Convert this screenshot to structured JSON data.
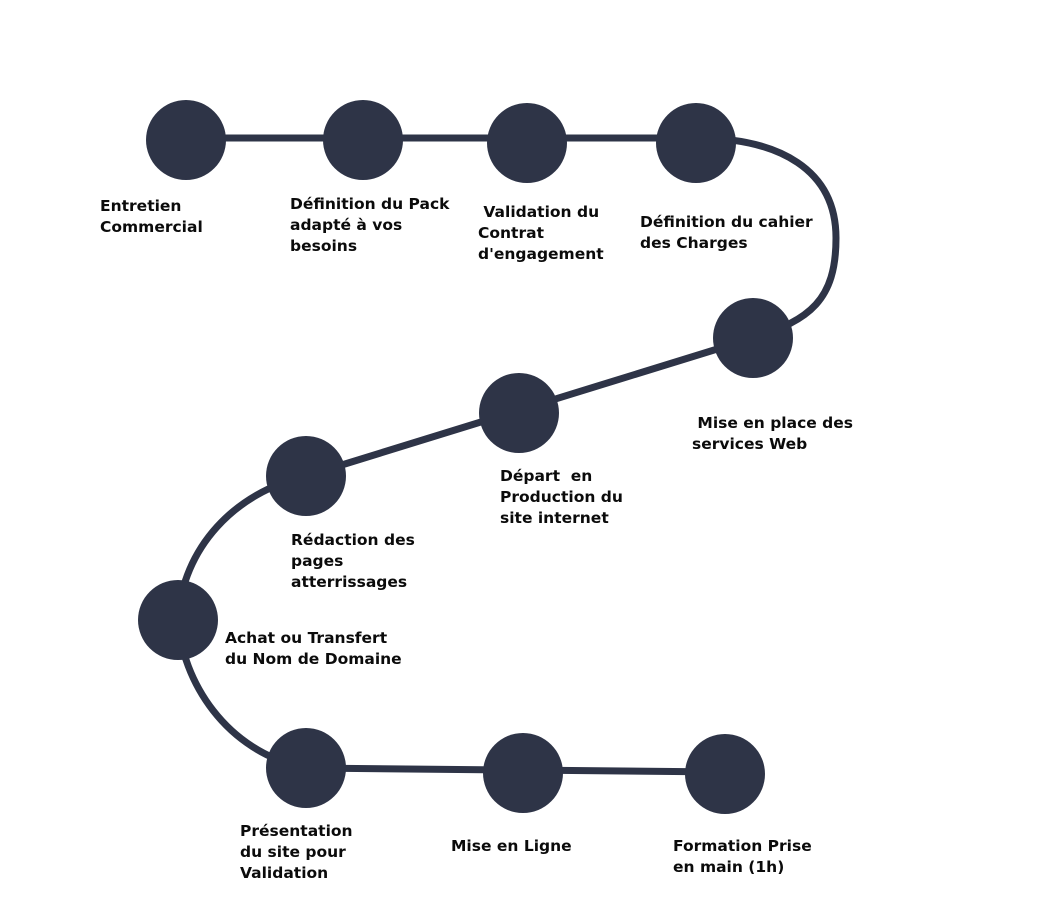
{
  "diagram": {
    "node_color": "#2e3447",
    "path_color": "#2e3447",
    "text_color": "#0b0b0b",
    "steps": [
      {
        "label": "Entretien\nCommercial"
      },
      {
        "label": "Définition du Pack\nadapté à vos\nbesoins"
      },
      {
        "label": " Validation du\nContrat\nd'engagement"
      },
      {
        "label": "Définition du cahier\ndes Charges"
      },
      {
        "label": " Mise en place des\nservices Web"
      },
      {
        "label": "Départ  en\nProduction du\nsite internet"
      },
      {
        "label": "Rédaction des\npages\natterrissages"
      },
      {
        "label": "Achat ou Transfert\ndu Nom de Domaine"
      },
      {
        "label": "Présentation\ndu site pour\nValidation"
      },
      {
        "label": "Mise en Ligne"
      },
      {
        "label": "Formation Prise\nen main (1h)"
      }
    ]
  }
}
